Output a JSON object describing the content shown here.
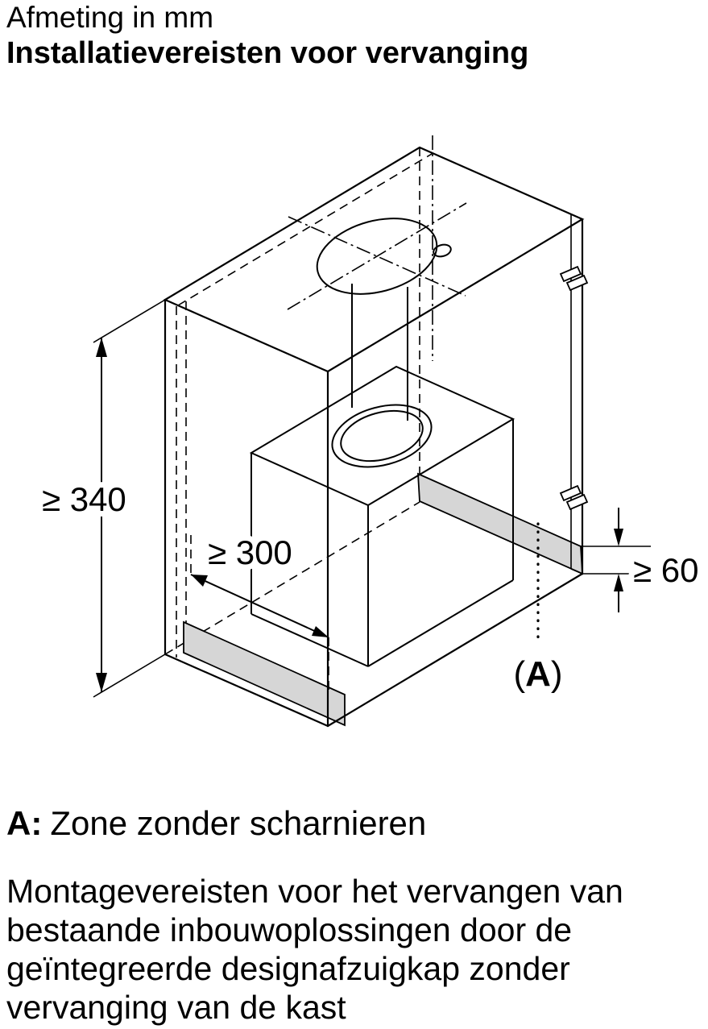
{
  "header": {
    "unit_note": "Afmeting in mm",
    "title": "Installatievereisten voor vervanging"
  },
  "diagram": {
    "dim_height": "≥ 340",
    "dim_depth": "≥ 300",
    "dim_clearance": "≥ 60",
    "zone": {
      "open": "(",
      "key": "A",
      "close": ")"
    }
  },
  "legend": {
    "key": "A:",
    "text": "Zone zonder scharnieren"
  },
  "description": "Montagevereisten voor het vervangen van bestaande inbouwoplossingen door de geïntegreerde designafzuigkap zonder vervanging van de kast"
}
